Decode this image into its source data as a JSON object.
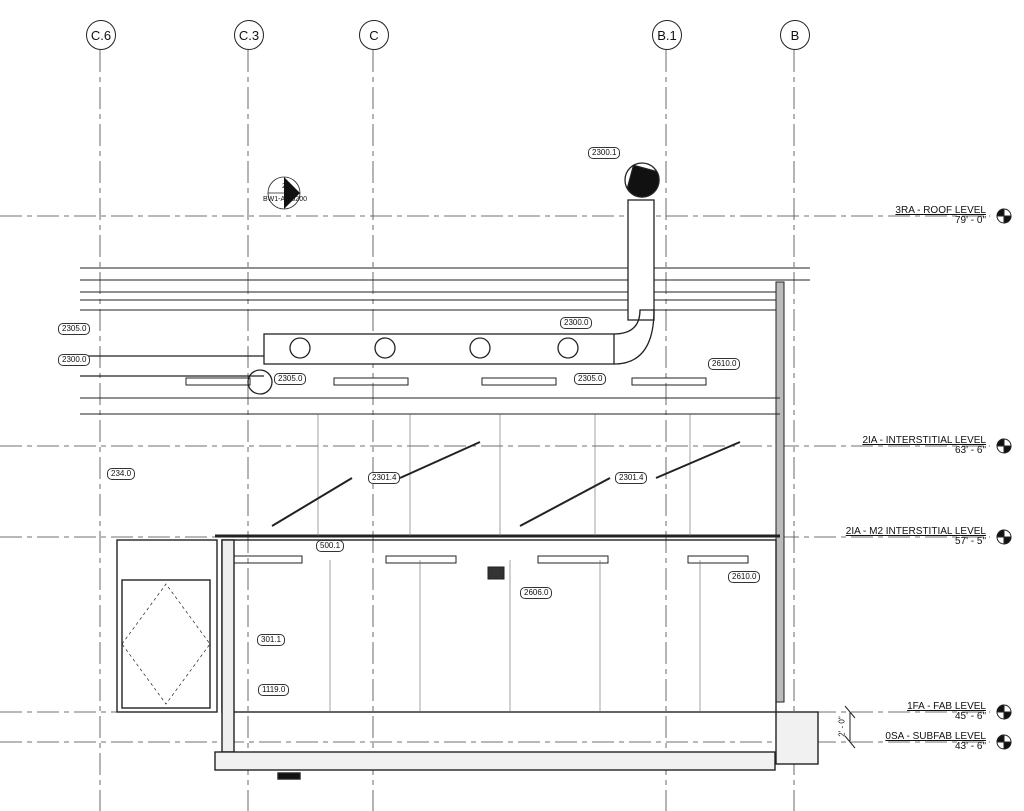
{
  "grid_lines": [
    "C.6",
    "C.3",
    "C",
    "B.1",
    "B"
  ],
  "levels": [
    {
      "name": "3RA - ROOF LEVEL",
      "elevation": "79' - 0\""
    },
    {
      "name": "2IA - INTERSTITIAL LEVEL",
      "elevation": "63' - 6\""
    },
    {
      "name": "2IA - M2 INTERSTITIAL LEVEL",
      "elevation": "57' - 5\""
    },
    {
      "name": "1FA - FAB LEVEL",
      "elevation": "45' - 6\""
    },
    {
      "name": "0SA - SUBFAB LEVEL",
      "elevation": "43' - 6\""
    }
  ],
  "section_marker": {
    "number": "2",
    "sheet": "BW1-A0-6200"
  },
  "tags": [
    "2300.1",
    "2305.0",
    "2300.0",
    "2300.0",
    "2305.0",
    "2305.0",
    "2610.0",
    "234.0",
    "2301.4",
    "2301.4",
    "500.1",
    "2606.0",
    "2610.0",
    "301.1",
    "1119.0"
  ],
  "dimension": "2' - 0\""
}
